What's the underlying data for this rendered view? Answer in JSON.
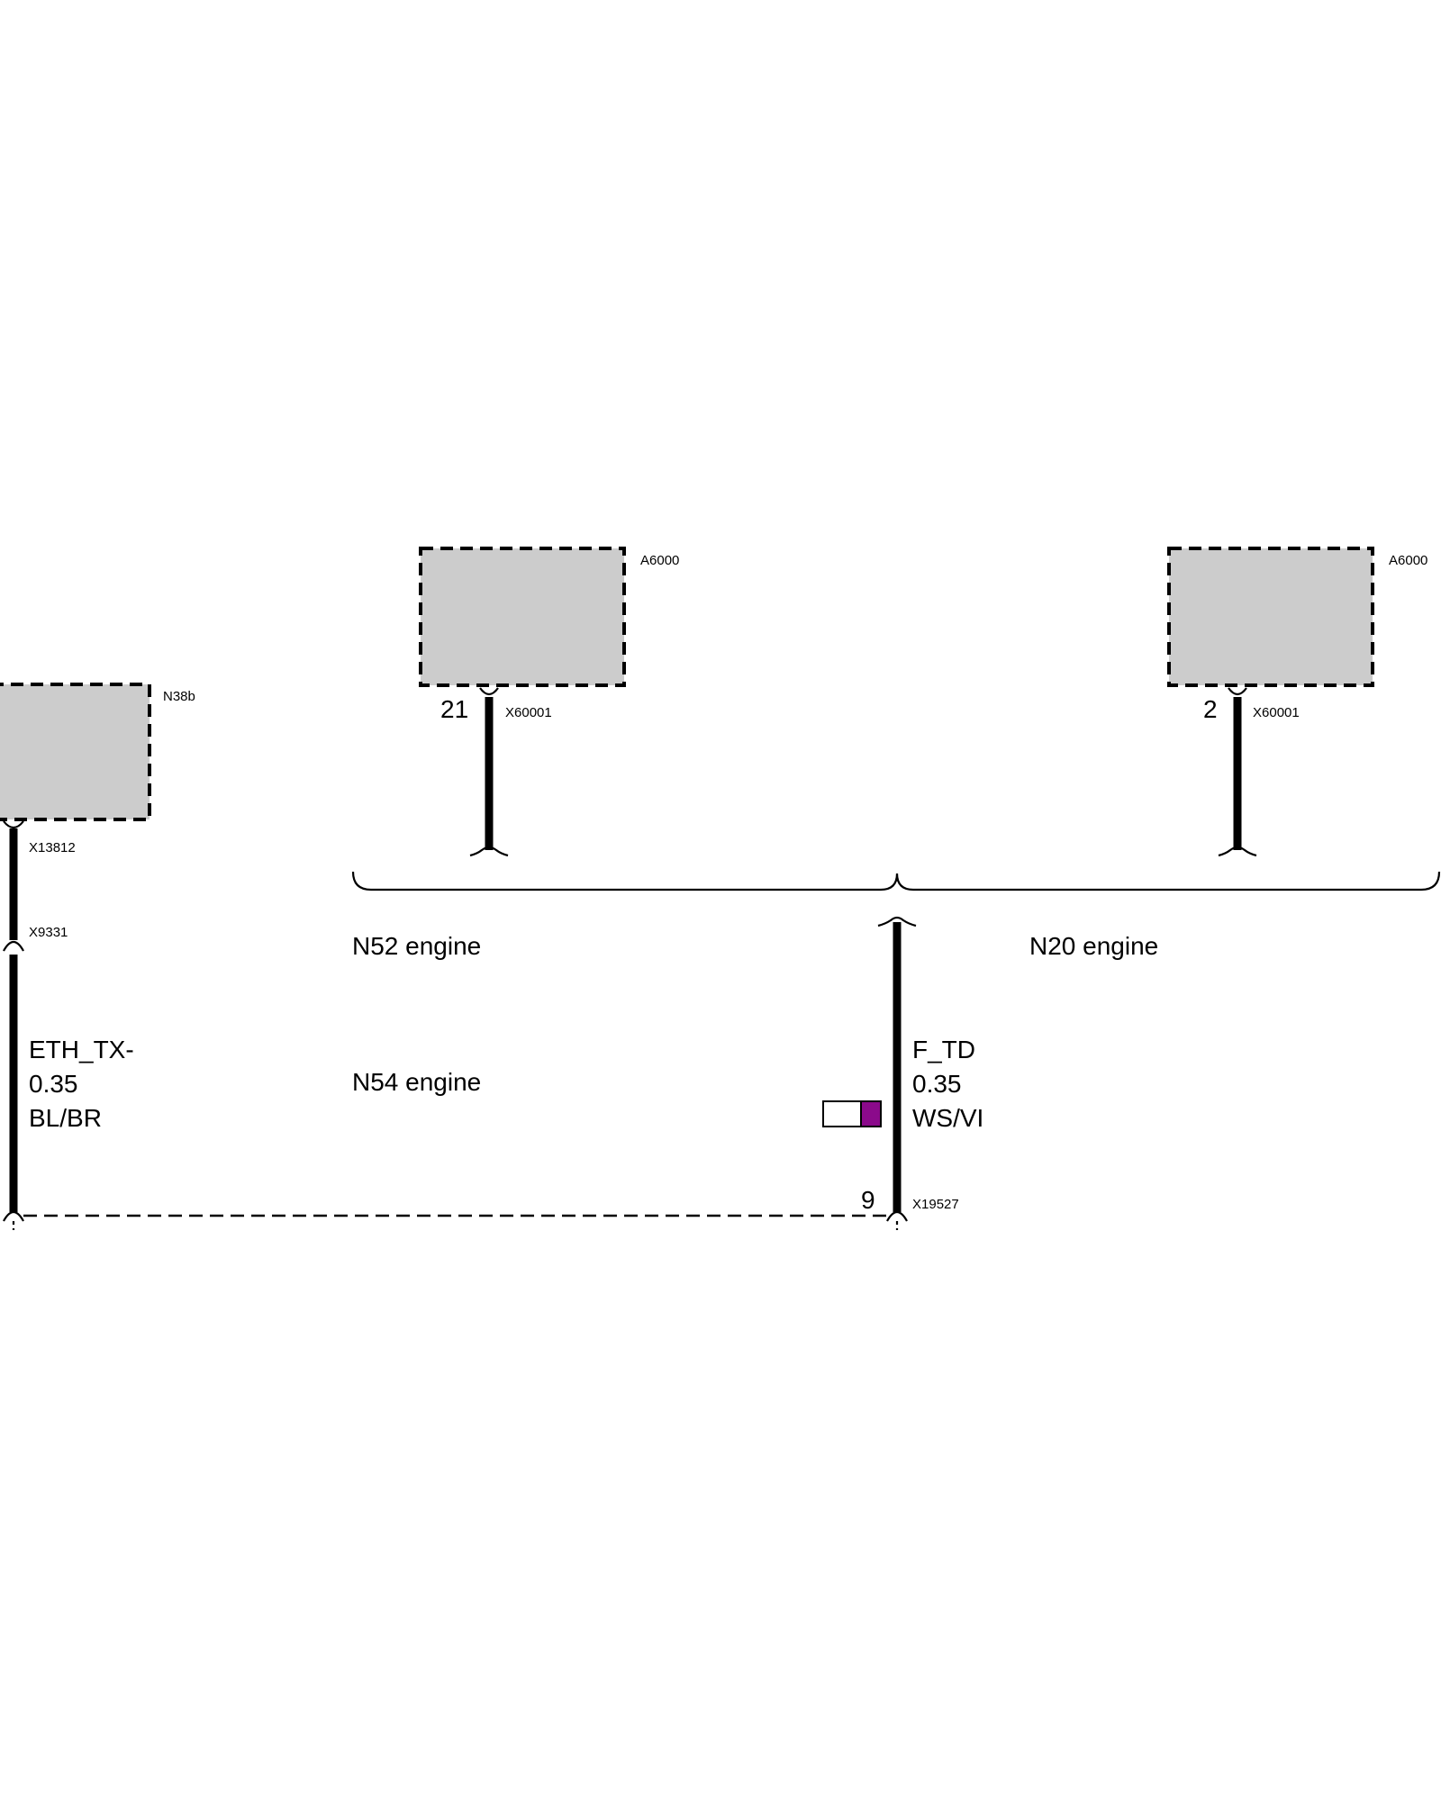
{
  "components": {
    "n38b": {
      "label": "N38b",
      "connector": "X13812"
    },
    "a6000_left": {
      "label": "A6000",
      "connector": "X60001",
      "pin": "21"
    },
    "a6000_right": {
      "label": "A6000",
      "connector": "X60001",
      "pin": "2"
    }
  },
  "connectors": {
    "x9331": "X9331",
    "x19527": "X19527",
    "x19527_pin": "9"
  },
  "wires": {
    "left": {
      "signal": "ETH_TX-",
      "gauge": "0.35",
      "color": "BL/BR"
    },
    "right": {
      "signal": "F_TD",
      "gauge": "0.35",
      "color": "WS/VI"
    }
  },
  "variants": {
    "n52": "N52 engine",
    "n54": "N54 engine",
    "n20": "N20 engine"
  },
  "colors": {
    "box_fill": "#cccccc",
    "wire_color_swatch": "#8b0a8b"
  }
}
